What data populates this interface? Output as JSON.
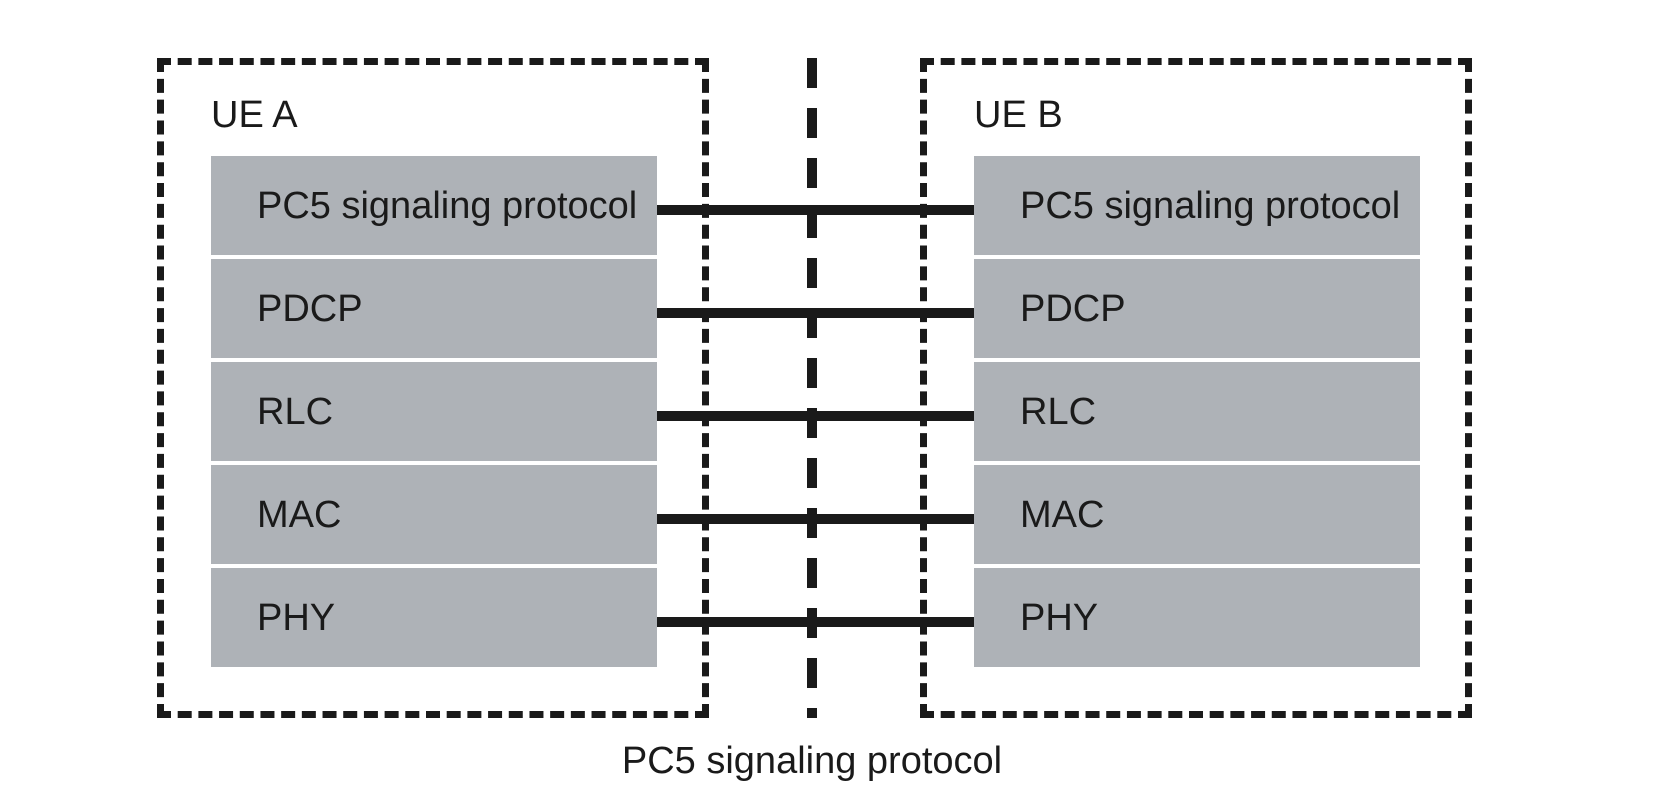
{
  "ue_a": {
    "title": "UE A",
    "layers": [
      "PC5 signaling protocol",
      "PDCP",
      "RLC",
      "MAC",
      "PHY"
    ]
  },
  "ue_b": {
    "title": "UE B",
    "layers": [
      "PC5 signaling protocol",
      "PDCP",
      "RLC",
      "MAC",
      "PHY"
    ]
  },
  "interface_label": "PC5 signaling protocol",
  "colors": {
    "layer_fill": "#aeb2b7",
    "line": "#1a1a1a",
    "background": "#ffffff"
  }
}
